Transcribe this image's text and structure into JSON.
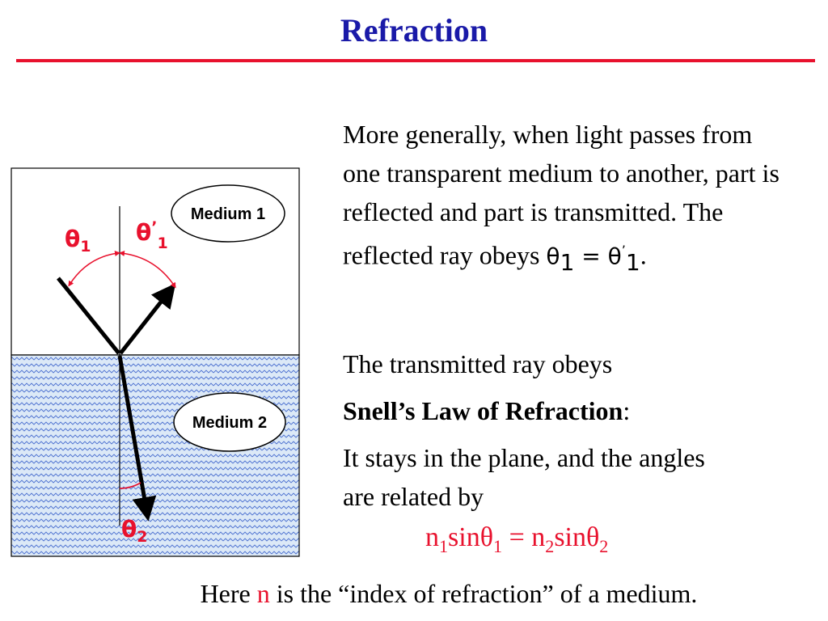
{
  "title": "Refraction",
  "colors": {
    "title": "#1a1aa8",
    "rule": "#e8112d",
    "accent": "#e8112d",
    "water": "#dce9f7",
    "wave": "#4a6fd0"
  },
  "diagram": {
    "medium1_label": "Medium 1",
    "medium2_label": "Medium 2",
    "theta_symbol": "θ",
    "theta1_sub": "1",
    "theta1p_sub": "1",
    "prime": "’",
    "theta2_sub": "2"
  },
  "text": {
    "para1": "More generally, when light passes from one transparent medium to another, part is reflected and part is transmitted. The reflected ray obeys ",
    "para1_theta": "θ",
    "para1_sub1": "1",
    "para1_eq": " = ",
    "para1_theta2": "θ",
    "para1_prime": "’",
    "para1_sub2": "1",
    "para1_end": ".",
    "para2": "The transmitted ray obeys",
    "para3_bold": "Snell’s Law of Refraction",
    "para3_colon": ":",
    "para4": "It stays in the plane, and the angles are related by"
  },
  "equation": {
    "n": "n",
    "sub1": "1",
    "sin": "sin",
    "theta": "θ",
    "sub1b": "1",
    "equals": " = ",
    "n2": "n",
    "sub2": "2",
    "sin2": "sin",
    "theta2": "θ",
    "sub2b": "2"
  },
  "footer": {
    "before": "Here ",
    "n": "n",
    "after": " is the “index of refraction” of a medium."
  }
}
